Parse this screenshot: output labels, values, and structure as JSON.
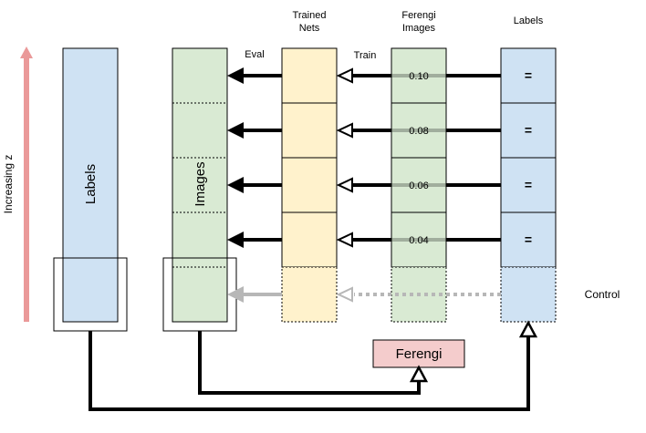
{
  "diagram": {
    "axis_label": "Increasing z",
    "labels_column_text": "Labels",
    "images_column_text": "Images",
    "header_trained_nets": [
      "Trained",
      "Nets"
    ],
    "header_ferengi_images": [
      "Ferengi",
      "Images"
    ],
    "header_labels": "Labels",
    "eval_label": "Eval",
    "train_label": "Train",
    "redshift_values": [
      "0.10",
      "0.08",
      "0.06",
      "0.04"
    ],
    "equals_symbol": "=",
    "control_label": "Control",
    "ferengi_box_label": "Ferengi",
    "colors": {
      "blue_fill": "#cfe2f3",
      "green_fill": "#d9ead3",
      "yellow_fill": "#fff2cc",
      "pink_fill": "#f4cccc",
      "axis_arrow": "#ea9999",
      "control_arrow": "#b7b7b7",
      "stroke": "#000000"
    }
  }
}
